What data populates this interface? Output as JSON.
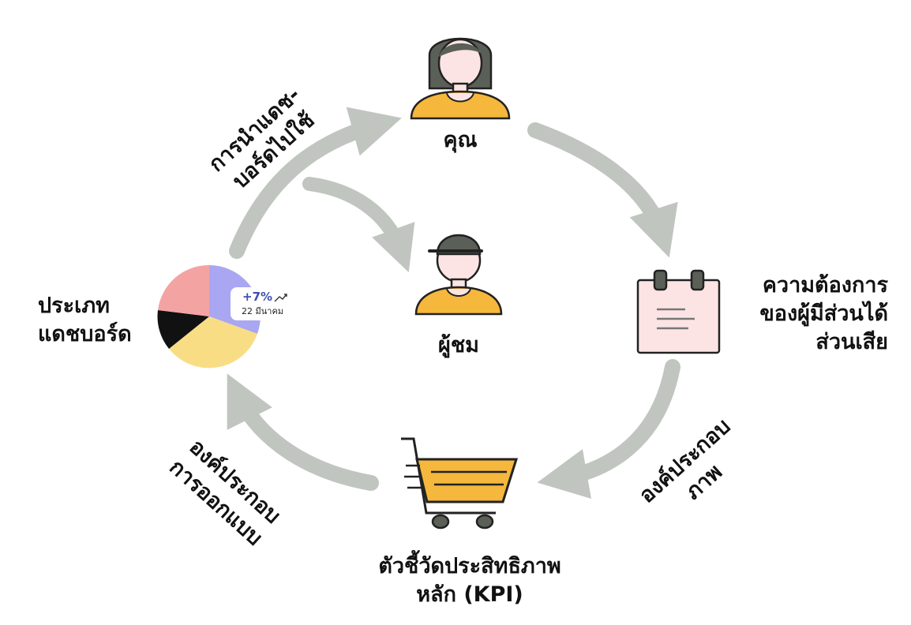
{
  "nodes": {
    "you": {
      "label": "คุณ"
    },
    "viewer": {
      "label": "ผู้ชม"
    },
    "dashboard_type": {
      "lines": [
        "ประเภท",
        "แดชบอร์ด"
      ]
    },
    "stakeholder_needs": {
      "lines": [
        "ความต้องการ",
        "ของผู้มีส่วนได้",
        "ส่วนเสีย"
      ]
    },
    "kpi": {
      "lines": [
        "ตัวชี้วัดประสิทธิภาพ",
        "หลัก (KPI)"
      ]
    }
  },
  "edges": {
    "deploy_dashboard": {
      "lines": [
        "การนำแดช-",
        "บอร์ดไปใช้"
      ]
    },
    "design_components": {
      "lines": [
        "องค์ประกอบ",
        "การออกแบบ"
      ]
    },
    "visual_components": {
      "lines": [
        "องค์ประกอบ",
        "ภาพ"
      ]
    }
  },
  "pie_badge": {
    "value": "+7%",
    "date": "22 มีนาคม"
  },
  "colors": {
    "arrow": "#c0c5c0",
    "skin": "#fde4e4",
    "hair": "#5a5f58",
    "shirt": "#f5b73c",
    "cart": "#f5b73c",
    "note": "#fde4e4",
    "pie_red": "#f4a3a3",
    "pie_blue": "#a9a6f2",
    "pie_yellow": "#f9dd85",
    "pie_black": "#111111",
    "badge_text": "#3d4fb0"
  },
  "icons": [
    "person-woman-icon",
    "person-cap-icon",
    "notepad-icon",
    "shopping-cart-icon",
    "pie-chart-icon",
    "trend-up-icon"
  ]
}
